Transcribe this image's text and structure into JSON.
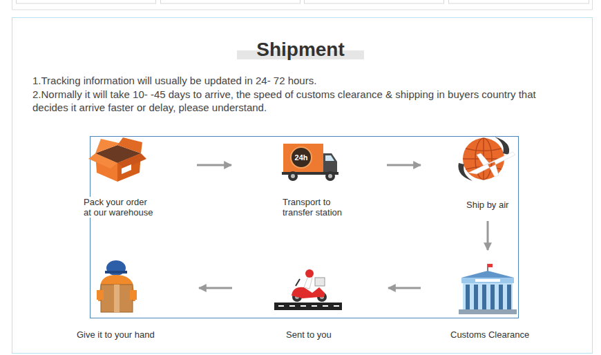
{
  "diagram": {
    "title": "Shipment",
    "nodes": [
      {
        "text": [
          "Pack your order at our warehouse"
        ]
      },
      {
        "text": [
          "Transport to transfer station"
        ]
      },
      {
        "text": [
          "Ship by air"
        ]
      },
      {
        "text": [
          "Customs Clearance"
        ]
      },
      {
        "text": [
          "Sent to you"
        ]
      },
      {
        "text": [
          "Give it to your hand"
        ]
      }
    ],
    "edges": [
      {
        "from": 0,
        "to": 1,
        "arrow": "to"
      },
      {
        "from": 1,
        "to": 2,
        "arrow": "to"
      },
      {
        "from": 2,
        "to": 3,
        "arrow": "to"
      },
      {
        "from": 3,
        "to": 4,
        "arrow": "to"
      },
      {
        "from": 4,
        "to": 5,
        "arrow": "to"
      }
    ],
    "labels": [
      "1.Tracking information will usually be updated in 24- 72 hours.",
      "2.Normally it will take 10- -45 days to arrive, the speed of customs clearance & shipping in buyers country that decides it arrive faster or delay, please understand.",
      "24h"
    ]
  }
}
